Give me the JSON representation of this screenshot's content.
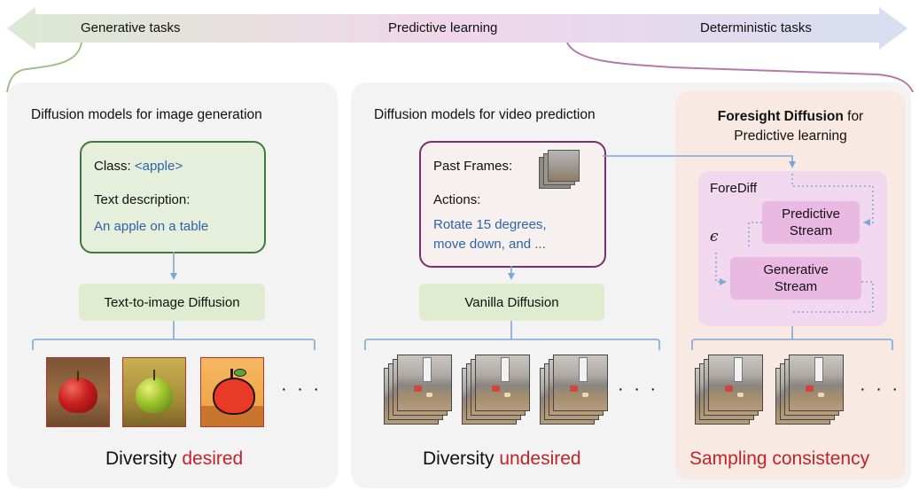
{
  "banner": {
    "left": "Generative tasks",
    "center": "Predictive learning",
    "right": "Deterministic tasks"
  },
  "panel_image": {
    "title": "Diffusion models for image generation",
    "class_label": "Class:",
    "class_value": "<apple>",
    "text_label": "Text description:",
    "text_value": "An apple on a table",
    "model": "Text-to-image Diffusion",
    "ellipsis": "· · ·",
    "result_prefix": "Diversity",
    "result_emph": "desired"
  },
  "panel_video": {
    "title": "Diffusion models for video prediction",
    "past_label": "Past Frames:",
    "actions_label": "Actions:",
    "actions_line1": "Rotate 15 degrees,",
    "actions_line2": "move down, and ...",
    "model": "Vanilla Diffusion",
    "ellipsis": "· · ·",
    "result_prefix": "Diversity",
    "result_emph": "undesired"
  },
  "panel_foresight": {
    "title_bold": "Foresight Diffusion",
    "title_rest": " for",
    "title_line2": "Predictive learning",
    "module": "ForeDiff",
    "epsilon": "ϵ",
    "predictive_line1": "Predictive",
    "predictive_line2": "Stream",
    "generative_line1": "Generative",
    "generative_line2": "Stream",
    "ellipsis": "· · ·",
    "result": "Sampling consistency"
  },
  "colors": {
    "accent_red": "#c0242b",
    "accent_blue": "#2f63a8",
    "green_border": "#3f7a3a",
    "purple_border": "#7b2f6e",
    "stream_fill": "#e9b9e3",
    "arrow_blue": "#7ea7d8"
  }
}
